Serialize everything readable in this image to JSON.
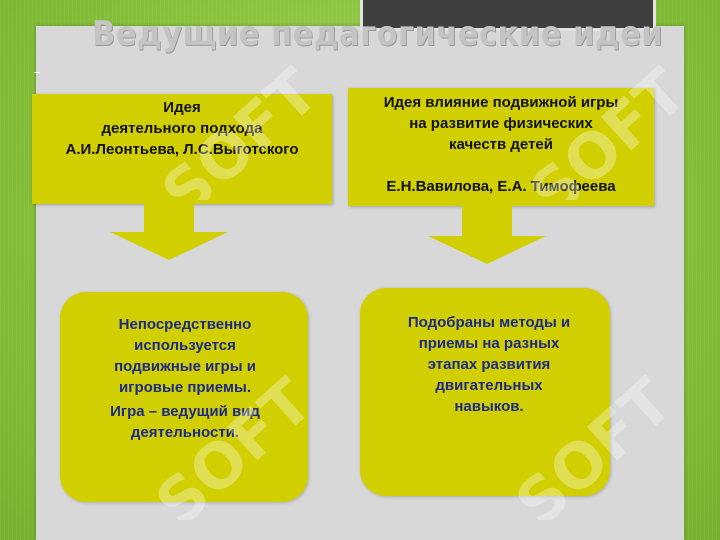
{
  "slide": {
    "title": "Ведущие педагогические идеи",
    "watermark": "SOFT",
    "colors": {
      "background": "#8cc43c",
      "panel": "#d8d8d8",
      "box": "#d2cf00",
      "note_text": "#1c2a8c"
    }
  },
  "left": {
    "idea_lines": [
      "Идея",
      "деятельного подхода",
      "А.И.Леонтьева, Л.С.Выготского"
    ],
    "result_par1": [
      "Непосредственно",
      "используется",
      "подвижные игры и",
      "игровые приемы."
    ],
    "result_par2": [
      "Игра – ведущий вид",
      "деятельности."
    ]
  },
  "right": {
    "idea_lines": [
      "Идея влияние подвижной игры",
      "на развитие физических",
      "качеств детей",
      "",
      "Е.Н.Вавилова, Е.А. Тимофеева"
    ],
    "result_lines": [
      "Подобраны методы и",
      "приемы на разных",
      "этапах развития",
      "двигательных",
      "навыков."
    ]
  }
}
